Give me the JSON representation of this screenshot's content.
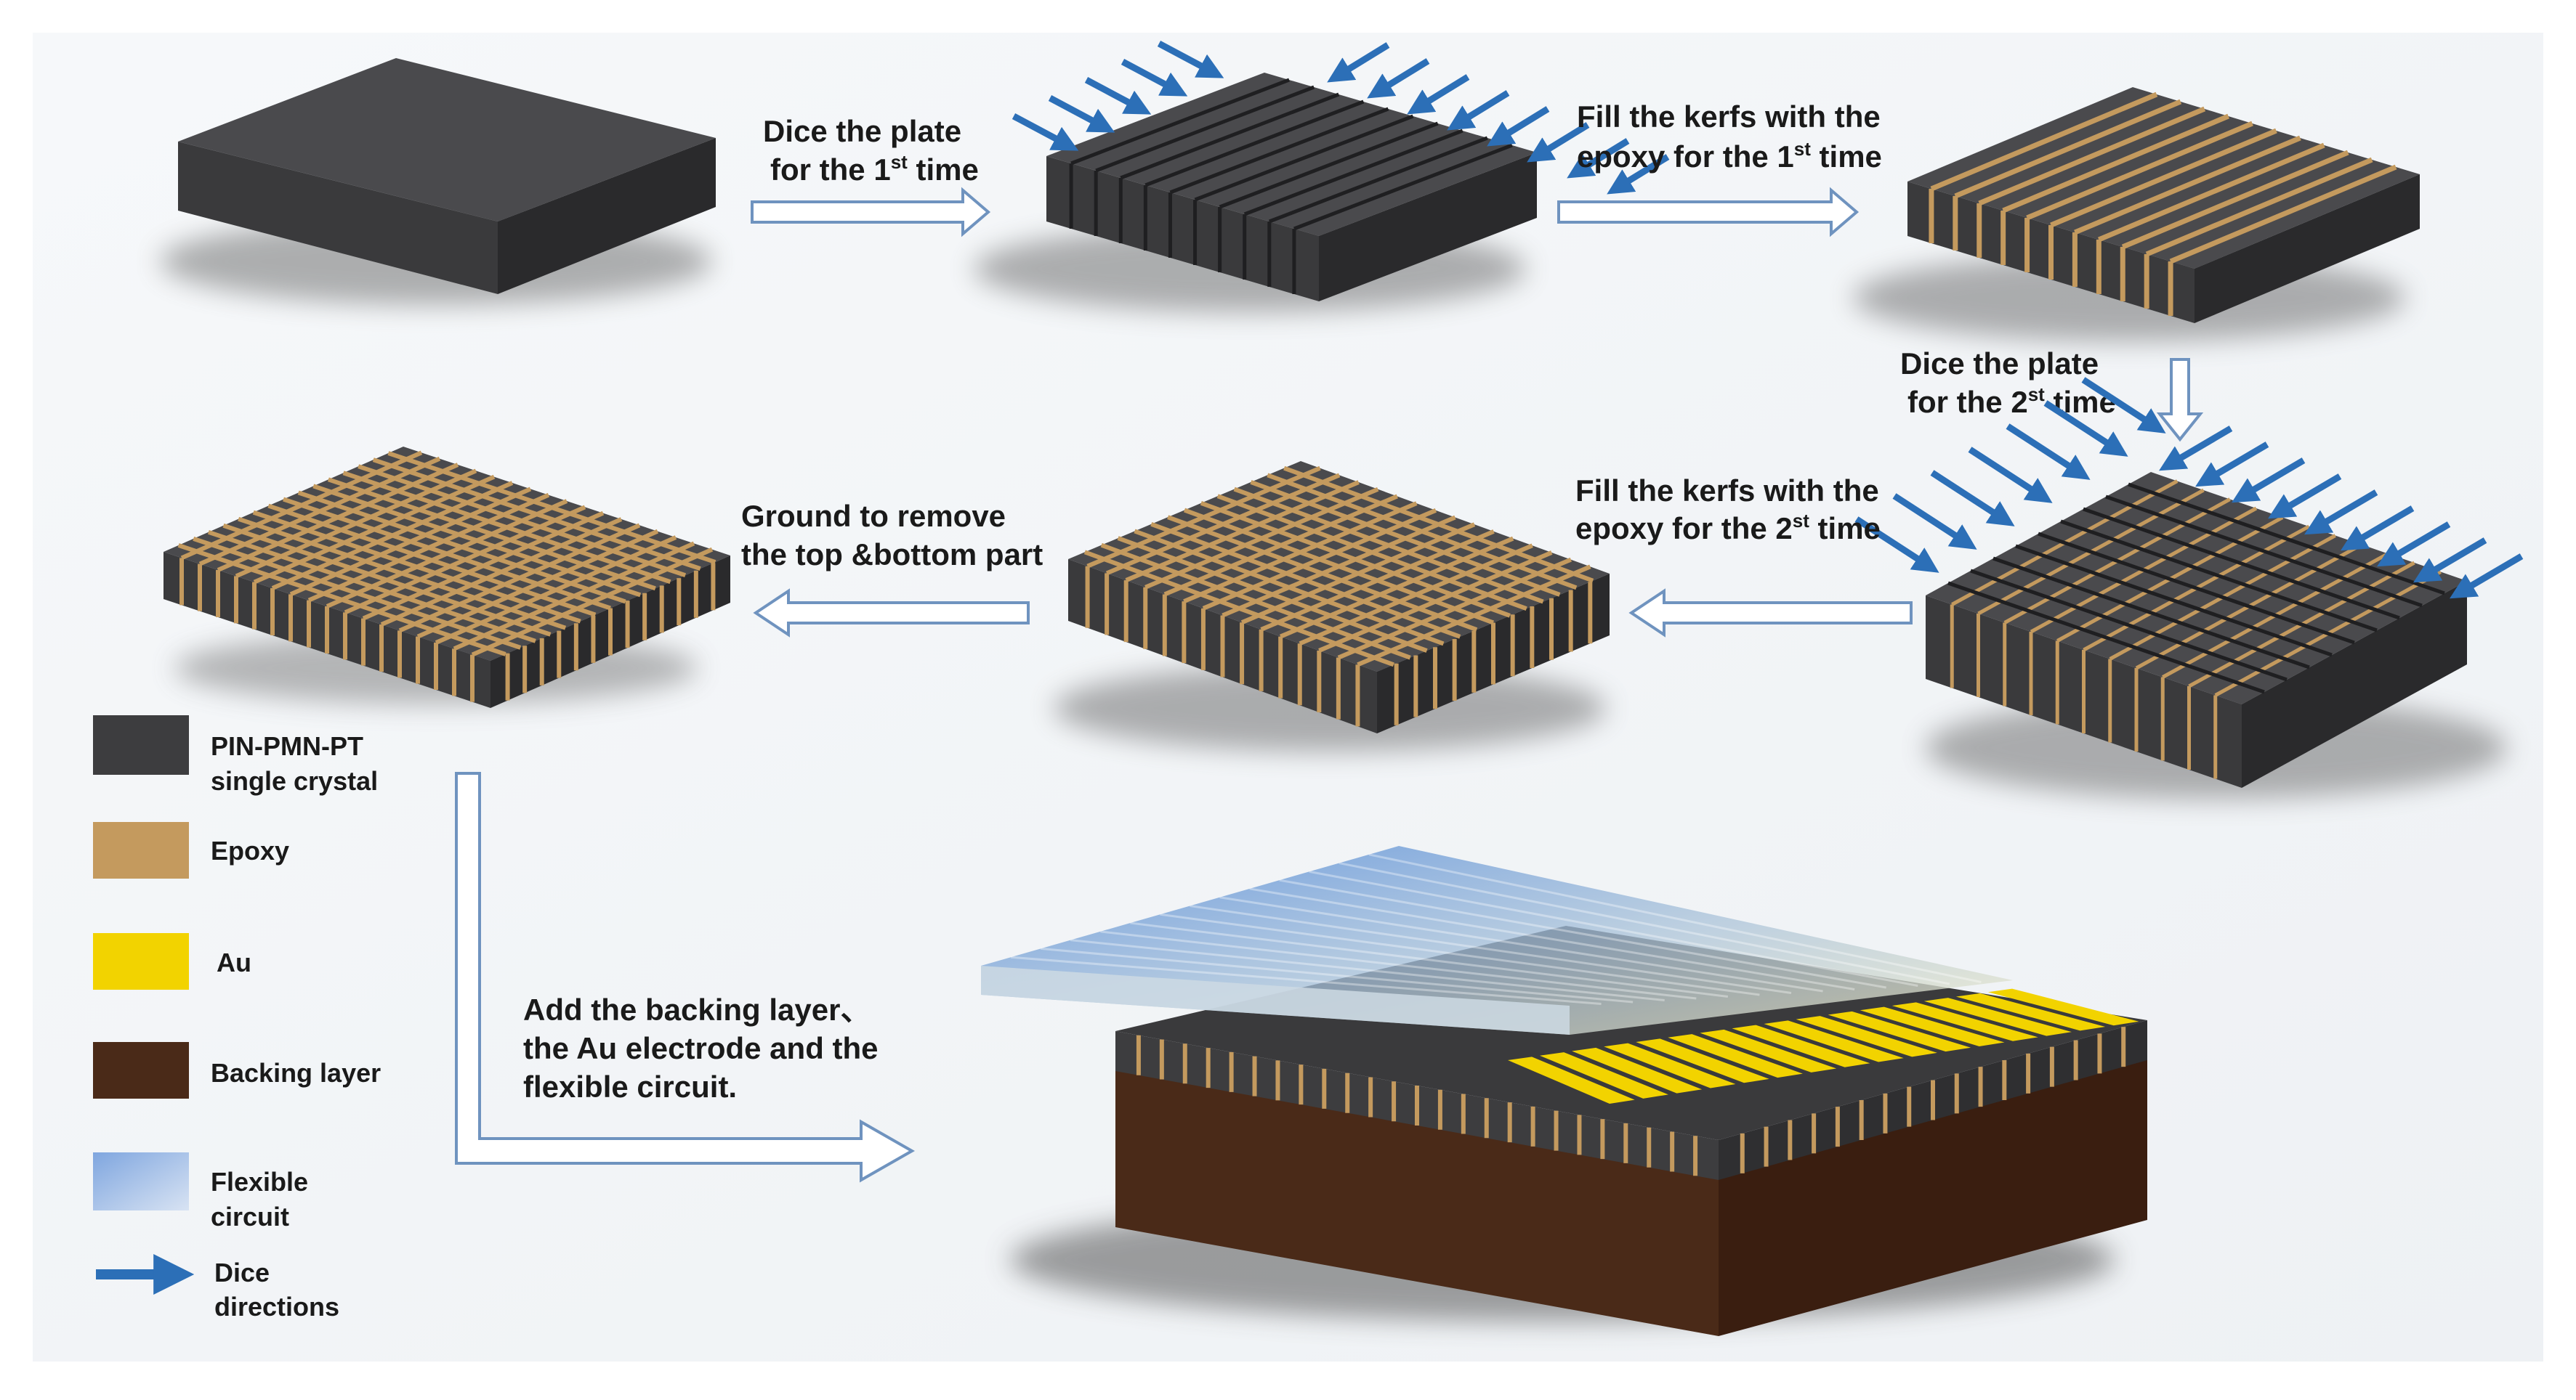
{
  "colors": {
    "crystal": "#3d3d3f",
    "crystal_side": "#2c2c2e",
    "epoxy": "#c49a5e",
    "au": "#f2d300",
    "backing": "#4a2a18",
    "flex_top": "#5b8fd6",
    "flex_bottom": "#e8e3c8",
    "dice_arrow": "#2c6fb7",
    "flow_arrow_stroke": "#6f93bf"
  },
  "steps": [
    {
      "line1": "Dice the plate",
      "line2_pre": "for the 1",
      "sup": "st",
      "line2_post": " time"
    },
    {
      "line1": "Fill the kerfs with the",
      "line2_pre": "epoxy for the 1",
      "sup": "st",
      "line2_post": " time"
    },
    {
      "line1": "Dice the plate",
      "line2_pre": "for the 2",
      "sup": "st",
      "line2_post": " time"
    },
    {
      "line1": "Fill the kerfs with the",
      "line2_pre": "epoxy for the 2",
      "sup": "st",
      "line2_post": " time"
    },
    {
      "line1": "Ground to remove",
      "line2_pre": "the top &bottom part",
      "sup": "",
      "line2_post": ""
    },
    {
      "line1": "Add the backing layer、",
      "line2_pre": "the Au electrode and the",
      "sup": "",
      "line2_post": "",
      "line3": "flexible circuit."
    }
  ],
  "legend": [
    {
      "label1": "PIN-PMN-PT",
      "label2": "single crystal",
      "icon": "crystal-swatch"
    },
    {
      "label1": "Epoxy",
      "label2": "",
      "icon": "epoxy-swatch"
    },
    {
      "label1": "Au",
      "label2": "",
      "icon": "au-swatch"
    },
    {
      "label1": "Backing layer",
      "label2": "",
      "icon": "backing-swatch"
    },
    {
      "label1": "Flexible",
      "label2": "circuit",
      "icon": "flex-swatch"
    },
    {
      "label1": "Dice",
      "label2": "directions",
      "icon": "dice-arrow-icon"
    }
  ]
}
